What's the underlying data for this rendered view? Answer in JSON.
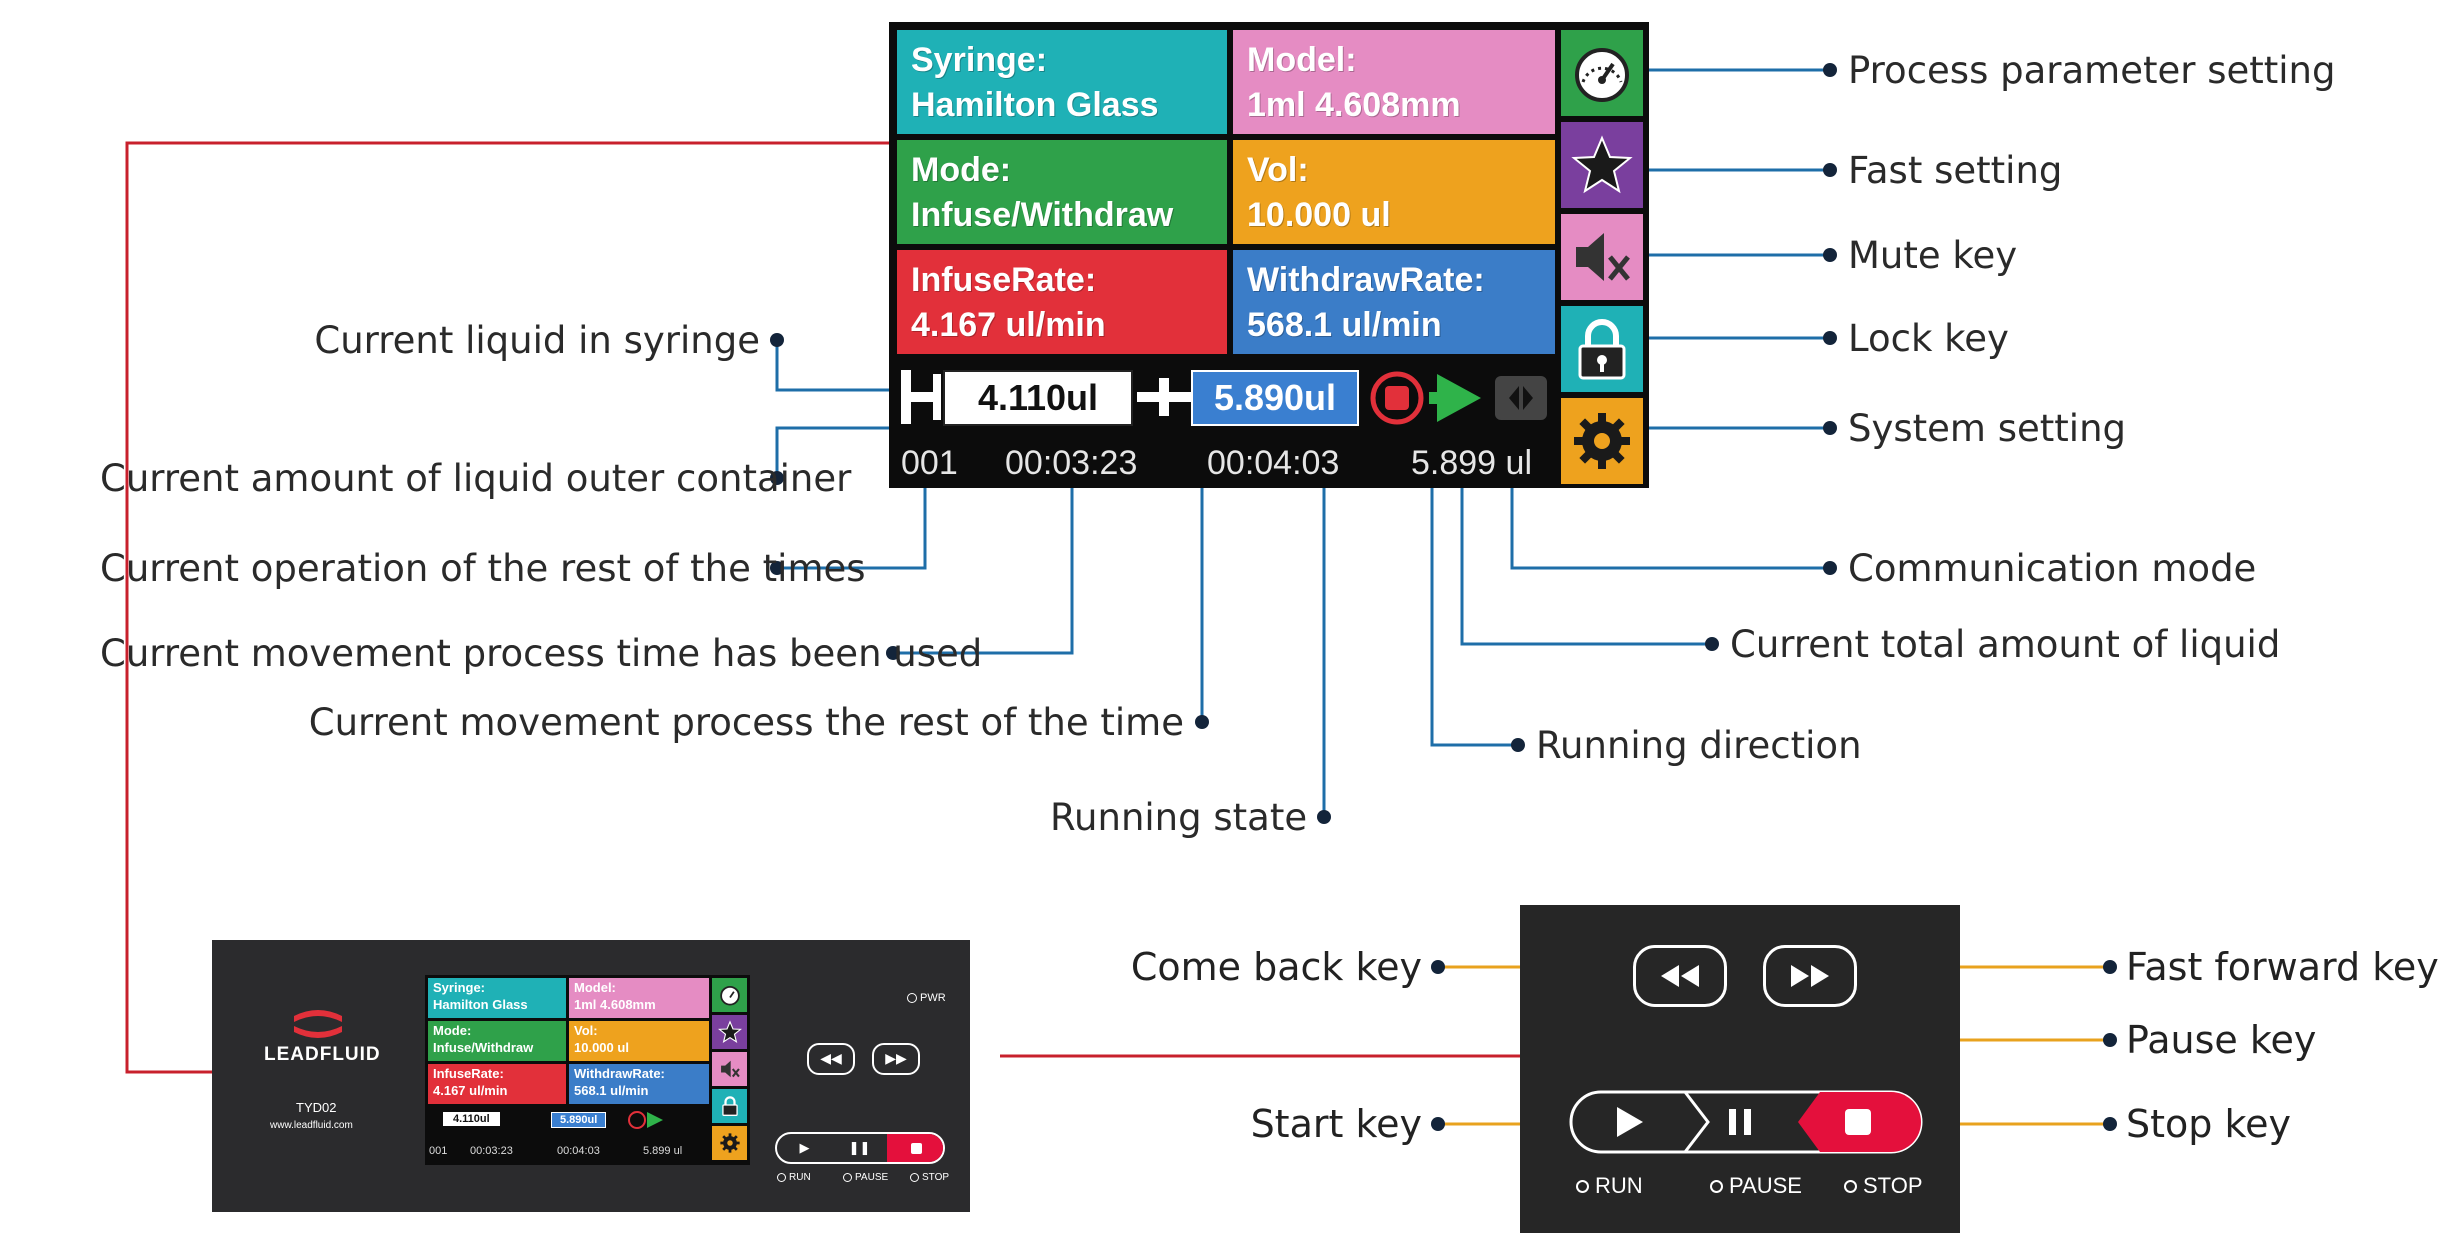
{
  "screen": {
    "syringe_label": "Syringe:",
    "syringe_value": "Hamilton Glass",
    "model_label": "Model:",
    "model_value": "1ml 4.608mm",
    "mode_label": "Mode:",
    "mode_value": "Infuse/Withdraw",
    "vol_label": "Vol:",
    "vol_value": "10.000  ul",
    "infuse_label": "InfuseRate:",
    "infuse_value": "4.167  ul/min",
    "withdraw_label": "WithdrawRate:",
    "withdraw_value": "568.1  ul/min",
    "syringe_liquid": "4.110ul",
    "outer_liquid": "5.890ul",
    "times_left": "001",
    "time_used": "00:03:23",
    "time_rest": "00:04:03",
    "total_liquid": "5.899 ul",
    "colors": {
      "teal": "#1fb1b6",
      "pink": "#e58cc3",
      "green": "#2fa14a",
      "orange": "#eea21e",
      "red": "#e2303a",
      "blue": "#3b7dc8",
      "purple": "#7a3f9e"
    },
    "icons": [
      "gauge-icon",
      "star-icon",
      "mute-icon",
      "lock-icon",
      "gear-icon",
      "stop-state-icon",
      "play-direction-icon",
      "communication-icon"
    ]
  },
  "callouts": {
    "process_parameter": "Process parameter setting",
    "fast_setting": "Fast setting",
    "mute_key": "Mute key",
    "lock_key": "Lock key",
    "system_setting": "System setting",
    "communication_mode": "Communication mode",
    "total_liquid": "Current total amount of liquid",
    "running_direction": "Running direction",
    "running_state": "Running state",
    "liquid_in_syringe": "Current liquid in syringe",
    "outer_container": "Current amount of liquid outer container",
    "rest_of_times": "Current operation of the rest of the times",
    "time_used": "Current movement process time has been used",
    "rest_of_time": "Current movement process the rest of the time"
  },
  "device": {
    "brand": "LEADFLUID",
    "model": "TYD02",
    "website": "www.leadfluid.com",
    "pwr": "PWR",
    "run": "RUN",
    "pause": "PAUSE",
    "stop": "STOP"
  },
  "keypad": {
    "run": "RUN",
    "pause": "PAUSE",
    "stop": "STOP",
    "stop_color": "#e4103c"
  },
  "keypad_callouts": {
    "come_back": "Come back key",
    "fast_forward": "Fast forward key",
    "pause": "Pause key",
    "start": "Start key",
    "stop": "Stop key"
  }
}
